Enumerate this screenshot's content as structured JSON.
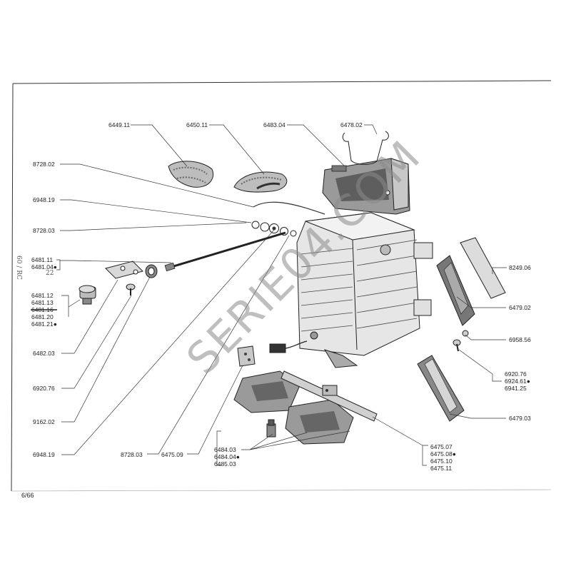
{
  "page": {
    "number": "6/66",
    "margin_note": "60 / RC"
  },
  "watermark": "SERIE04.COM",
  "labels": {
    "l6449_11": "6449.11",
    "l6450_11": "6450.11",
    "l6483_04": "6483.04",
    "l6478_02": "6478.02",
    "l8728_02": "8728.02",
    "l6948_19a": "6948.19",
    "l8728_03a": "8728.03",
    "l6481_11": "6481.11",
    "l6481_04": "6481.04●",
    "l6481_12": "6481.12",
    "l6481_13": "6481.13",
    "l6481_xx": "6481.16",
    "l6481_20": "6481.20",
    "l6481_21": "6481.21●",
    "l6482_03": "6482.03",
    "l6920_76a": "6920.76",
    "l9162_02": "9162.02",
    "l6948_19b": "6948.19",
    "l8728_03b": "8728.03",
    "l6475_09": "6475.09",
    "l6484_03": "6484.03",
    "l6484_04": "6484.04●",
    "l6485_03": "6485.03",
    "l6475_07": "6475.07",
    "l6475_08": "6475.08●",
    "l6475_10": "6475.10",
    "l6475_11": "6475.11",
    "l8249_06": "8249.06",
    "l6479_02": "6479.02",
    "l6958_56": "6958.56",
    "l6920_76b": "6920.76",
    "l6924_61": "6924.61●",
    "l6941_25": "6941.25",
    "l6479_03": "6479.03",
    "hand_note": "22"
  }
}
